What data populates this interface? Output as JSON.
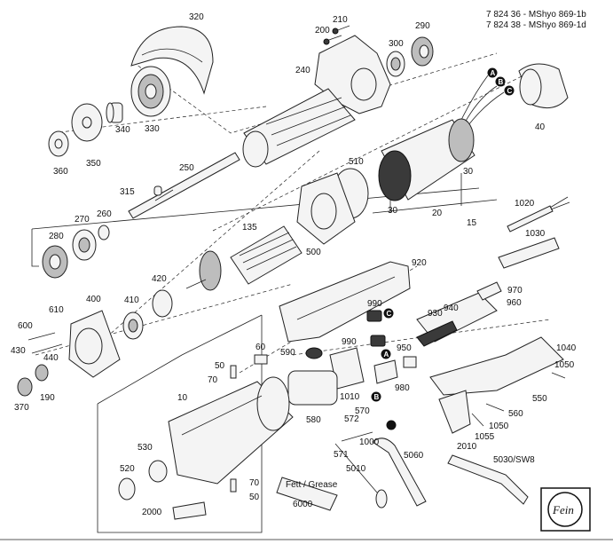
{
  "header": {
    "line1": "7 824 36 - MShyo 869-1b",
    "line2": "7 824 38 - MShyo 869-1d"
  },
  "logo": {
    "text": "Fein"
  },
  "tube": {
    "text": "Fett / Grease"
  },
  "markers": [
    "A",
    "B",
    "C"
  ],
  "labels": [
    "320",
    "210",
    "200",
    "290",
    "300",
    "240",
    "40",
    "340",
    "330",
    "350",
    "360",
    "250",
    "315",
    "510",
    "30",
    "30",
    "20",
    "15",
    "260",
    "270",
    "280",
    "135",
    "500",
    "1020",
    "1030",
    "920",
    "420",
    "410",
    "400",
    "610",
    "600",
    "430",
    "440",
    "190",
    "370",
    "970",
    "960",
    "940",
    "930",
    "990",
    "990",
    "950",
    "590",
    "60",
    "50",
    "70",
    "10",
    "1010",
    "980",
    "1040",
    "1050",
    "550",
    "560",
    "1050",
    "1055",
    "2010",
    "570",
    "572",
    "571",
    "1000",
    "580",
    "5060",
    "5010",
    "530",
    "520",
    "70",
    "50",
    "2000",
    "6000",
    "5030/SW8"
  ]
}
